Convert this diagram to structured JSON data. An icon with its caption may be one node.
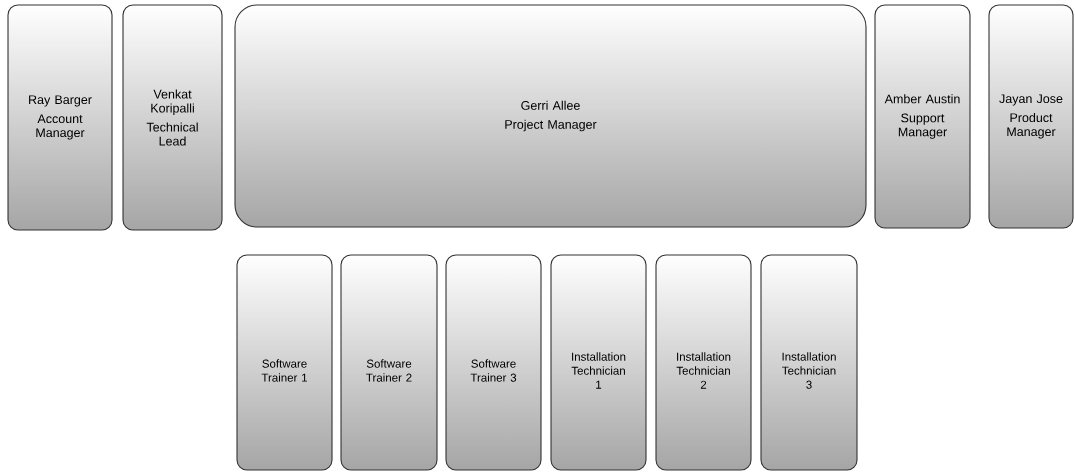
{
  "diagram": {
    "nodes": [
      {
        "text": [
          "Ray Barger",
          "Account Manager"
        ]
      },
      {
        "text": [
          "Venkat Koripalli",
          "Technical Lead"
        ]
      },
      {
        "text": [
          "Gerri Allee",
          "Project Manager"
        ]
      },
      {
        "text": [
          "Amber Austin",
          "Support Manager"
        ]
      },
      {
        "text": [
          "Jayan Jose",
          "Product Manager"
        ]
      },
      {
        "text": [
          "Software Trainer 1"
        ]
      },
      {
        "text": [
          "Software Trainer 2"
        ]
      },
      {
        "text": [
          "Software Trainer 3"
        ]
      },
      {
        "text": [
          "Installation Technician 1"
        ]
      },
      {
        "text": [
          "Installation Technician 2"
        ]
      },
      {
        "text": [
          "Installation Technician 3"
        ]
      }
    ]
  }
}
